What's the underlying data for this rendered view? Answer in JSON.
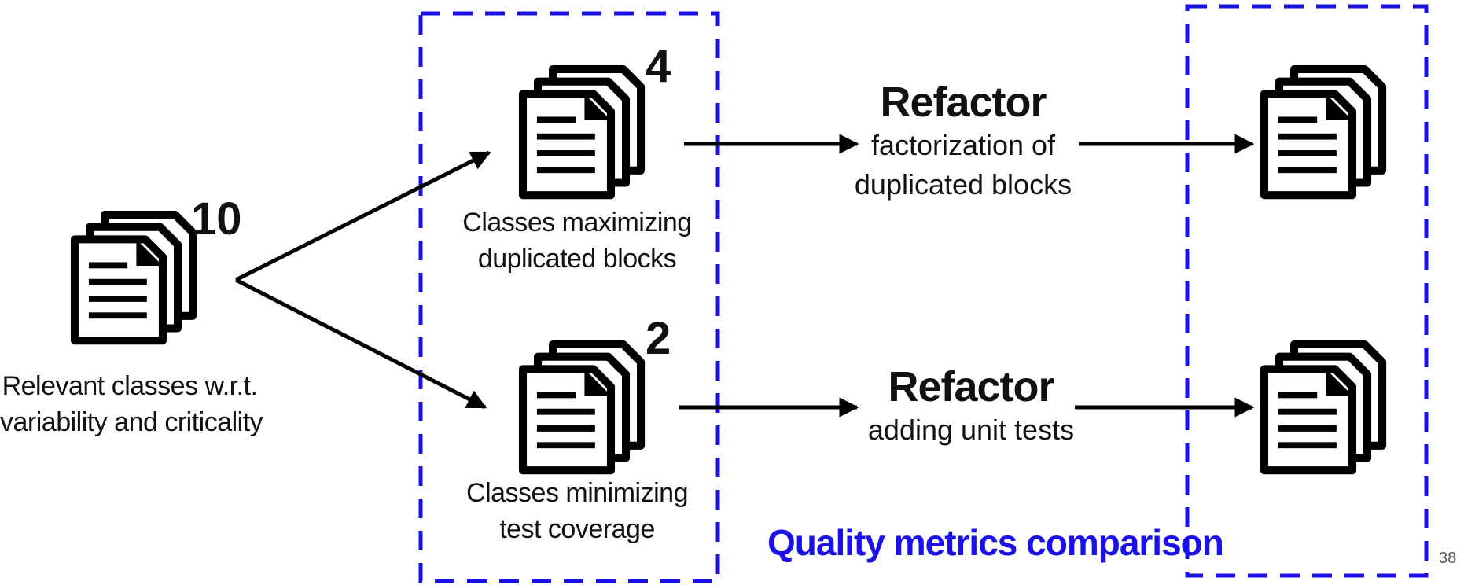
{
  "counts": {
    "input": "10",
    "duplicated": "4",
    "coverage": "2"
  },
  "labels": {
    "input": [
      "Relevant classes w.r.t.",
      "variability and criticality"
    ],
    "duplicated": [
      "Classes maximizing",
      "duplicated blocks"
    ],
    "coverage": [
      "Classes minimizing",
      "test coverage"
    ]
  },
  "refactor_top": {
    "title": "Refactor",
    "subtitle": [
      "factorization of",
      "duplicated blocks"
    ]
  },
  "refactor_bottom": {
    "title": "Refactor",
    "subtitle": "adding unit tests"
  },
  "footer": {
    "quality_label": "Quality metrics comparison",
    "page_number": "38"
  },
  "colors": {
    "box_border": "#1a10e8",
    "arrow": "#000000",
    "icon": "#000000"
  },
  "icons": [
    "document-stack-icon"
  ]
}
